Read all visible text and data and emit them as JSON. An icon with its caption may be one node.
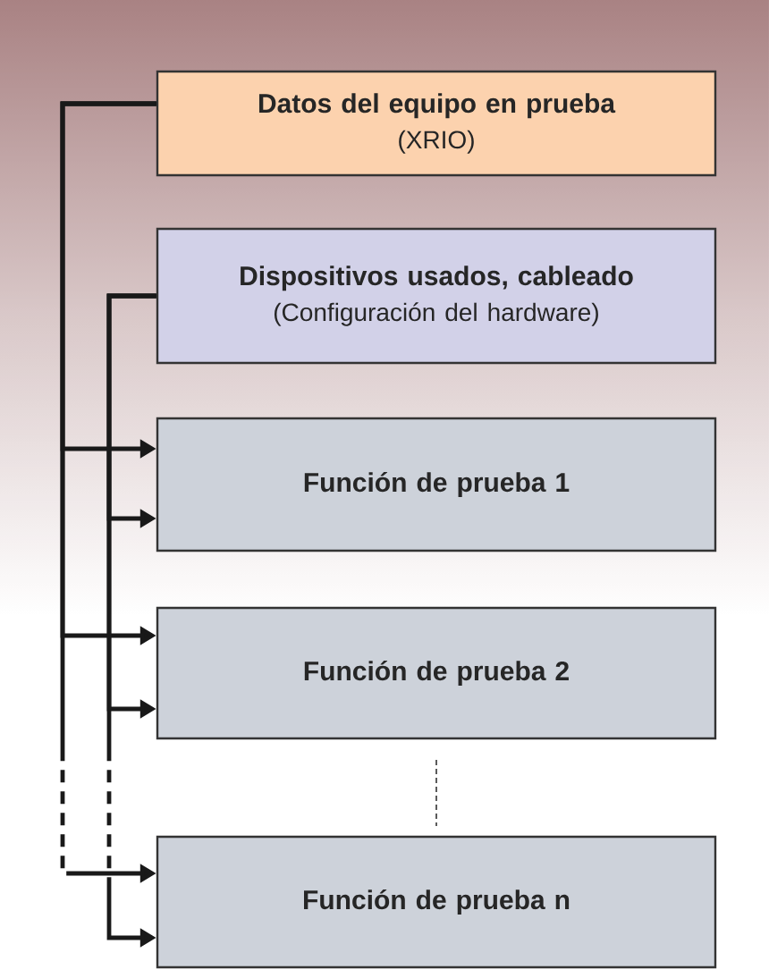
{
  "diagram": {
    "nodes": [
      {
        "text": [
          "Datos del equipo en prueba",
          "(XRIO)"
        ]
      },
      {
        "text": [
          "Dispositivos usados, cableado",
          "(Configuración del hardware)"
        ]
      },
      {
        "text": [
          "Función de prueba 1"
        ]
      },
      {
        "text": [
          "Función de prueba 2"
        ]
      },
      {
        "text": [
          "Función de prueba n"
        ]
      }
    ],
    "edges": [
      {
        "from": 0,
        "to": 2,
        "arrow": "to"
      },
      {
        "from": 0,
        "to": 3,
        "arrow": "to"
      },
      {
        "from": 0,
        "to": 4,
        "arrow": "to",
        "style": "dashed"
      },
      {
        "from": 1,
        "to": 2,
        "arrow": "to"
      },
      {
        "from": 1,
        "to": 3,
        "arrow": "to"
      },
      {
        "from": 1,
        "to": 4,
        "arrow": "to",
        "style": "dashed"
      }
    ]
  }
}
